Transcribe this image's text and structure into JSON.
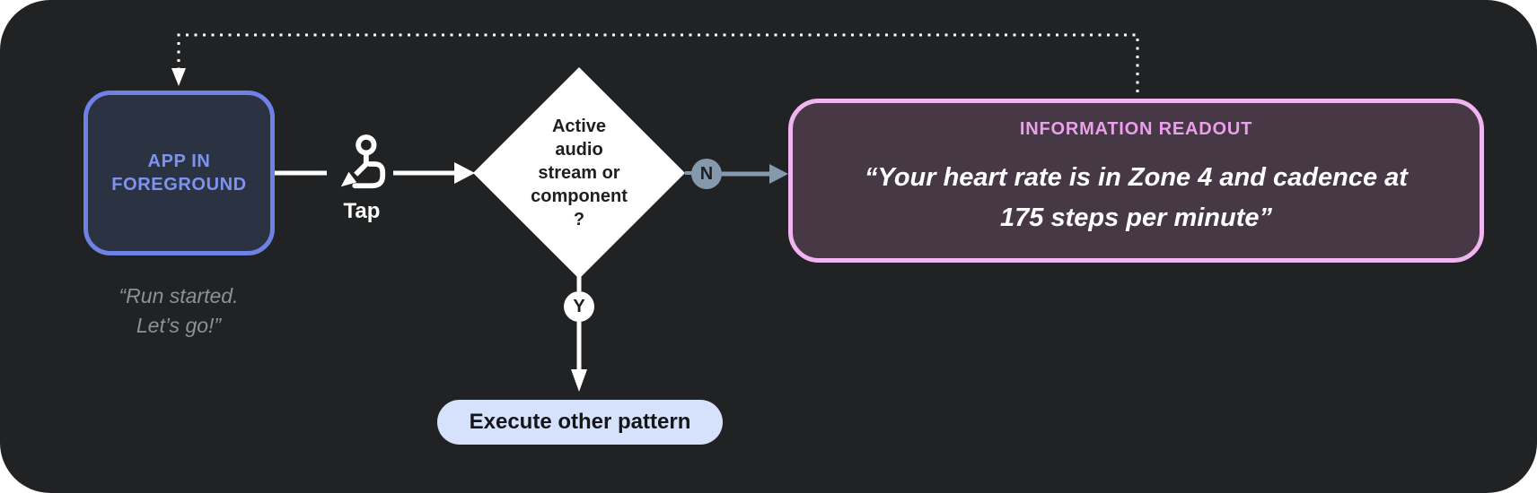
{
  "diagram": {
    "app_node": {
      "line1": "APP IN",
      "line2": "FOREGROUND"
    },
    "app_caption": {
      "line1": "“Run started.",
      "line2": "Let’s go!”"
    },
    "tap": {
      "label": "Tap",
      "icon": "tap-gesture-icon"
    },
    "decision": {
      "lines": [
        "Active",
        "audio",
        "stream or",
        "component",
        "?"
      ]
    },
    "no_badge": "N",
    "yes_badge": "Y",
    "readout": {
      "title": "INFORMATION READOUT",
      "quote_line1": "“Your heart rate is in Zone 4 and cadence at",
      "quote_line2": "175 steps per minute”"
    },
    "execute_node": {
      "label": "Execute other pattern"
    },
    "colors": {
      "background": "#212224",
      "app_node_border": "#6d82e4",
      "app_node_fill": "#2b3343",
      "app_node_text": "#7e92ef",
      "caption_text": "#8e9194",
      "decision_fill": "#ffffff",
      "no_badge_fill": "#8599ad",
      "yes_badge_fill": "#ffffff",
      "readout_border": "#f0b4f0",
      "readout_fill": "#473846",
      "readout_title": "#ec9fec",
      "execute_fill": "#d6e2fb",
      "connector": "#ffffff"
    }
  }
}
